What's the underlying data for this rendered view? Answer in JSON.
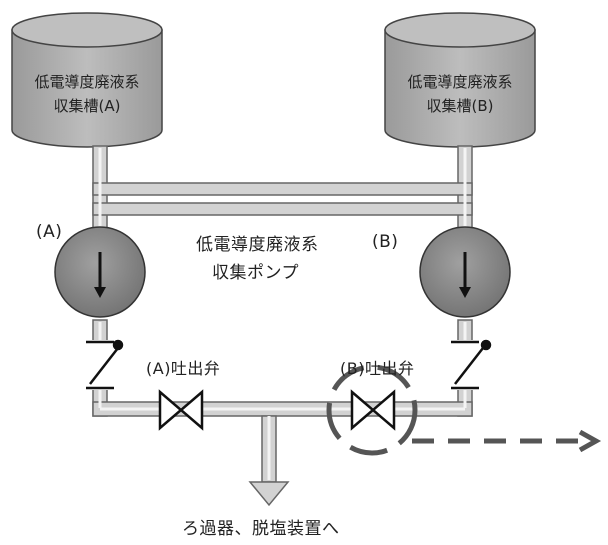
{
  "tank_a": {
    "line1": "低電導度廃液系",
    "line2": "収集槽(A)"
  },
  "tank_b": {
    "line1": "低電導度廃液系",
    "line2": "収集槽(B)"
  },
  "pumps": {
    "label_a": "(A)",
    "label_b": "(B)",
    "title_line1": "低電導度廃液系",
    "title_line2": "収集ポンプ"
  },
  "valves": {
    "a": "(A)吐出弁",
    "b": "(B)吐出弁"
  },
  "destination": "ろ過器、脱塩装置へ",
  "colors": {
    "pipe": "#c8c8c8",
    "pipe_edge": "#6a6a6a",
    "tank": "#a8a8a8",
    "pump": "#8c8c8c",
    "line": "#222222"
  }
}
